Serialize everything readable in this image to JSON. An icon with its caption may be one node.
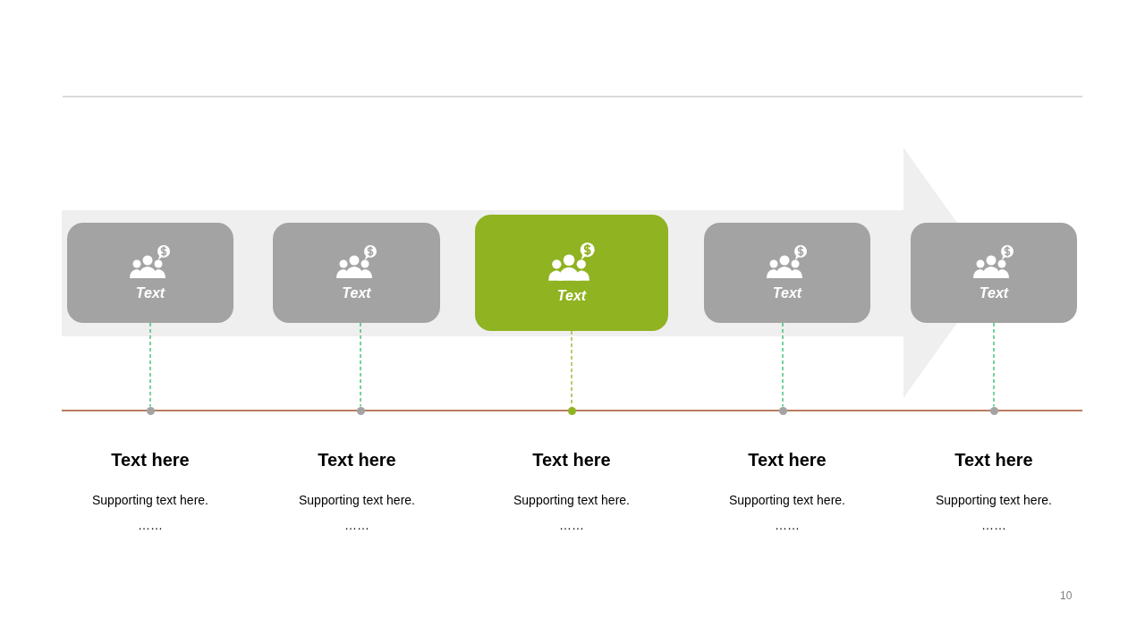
{
  "diagram": {
    "nodes": [
      {
        "text": [
          "Text"
        ]
      },
      {
        "text": [
          "Text"
        ]
      },
      {
        "text": [
          "Text"
        ]
      },
      {
        "text": [
          "Text"
        ]
      },
      {
        "text": [
          "Text"
        ]
      },
      {
        "text": [],
        "shape": "circle",
        "beside": [
          "Text here",
          "Supporting text here.",
          "……"
        ]
      },
      {
        "text": [],
        "shape": "circle",
        "beside": [
          "Text here",
          "Supporting text here.",
          "……"
        ]
      },
      {
        "text": [],
        "shape": "circle",
        "beside": [
          "Text here",
          "Supporting text here.",
          "……"
        ]
      },
      {
        "text": [],
        "shape": "circle",
        "beside": [
          "Text here",
          "Supporting text here.",
          "……"
        ]
      },
      {
        "text": [],
        "shape": "circle",
        "beside": [
          "Text here",
          "Supporting text here.",
          "……"
        ]
      }
    ],
    "edges": [
      {
        "from": 0,
        "to": 5,
        "arrow": "none",
        "style": "dashed"
      },
      {
        "from": 1,
        "to": 6,
        "arrow": "none",
        "style": "dashed"
      },
      {
        "from": 2,
        "to": 7,
        "arrow": "none",
        "style": "dashed",
        "color": "#8fb321"
      },
      {
        "from": 3,
        "to": 8,
        "arrow": "none",
        "style": "dashed"
      },
      {
        "from": 4,
        "to": 9,
        "arrow": "none",
        "style": "dashed"
      }
    ],
    "labels": [
      "10"
    ]
  }
}
